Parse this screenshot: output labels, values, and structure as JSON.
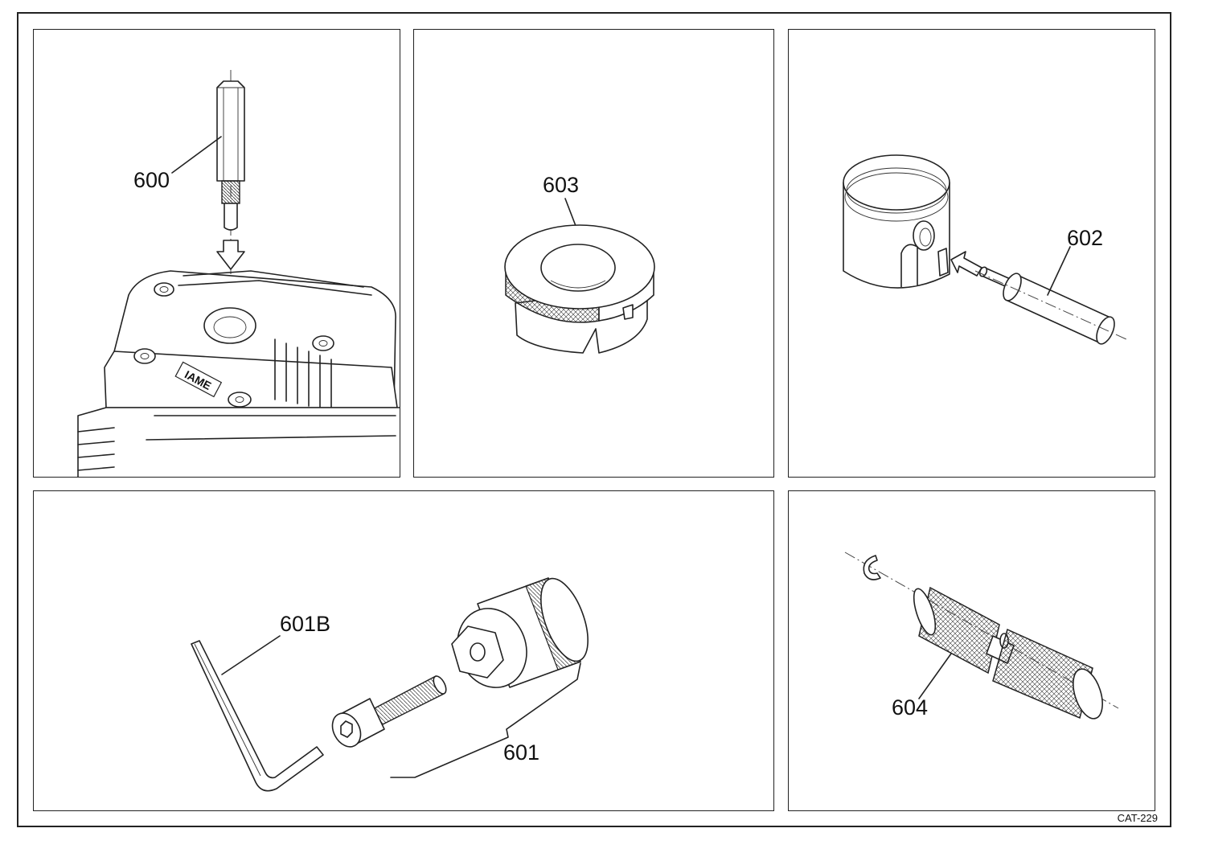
{
  "labels": {
    "p600": "600",
    "p603": "603",
    "p602": "602",
    "p601b": "601B",
    "p601": "601",
    "p604": "604"
  },
  "head_brand": "IAME",
  "catalog_code": "CAT-229"
}
